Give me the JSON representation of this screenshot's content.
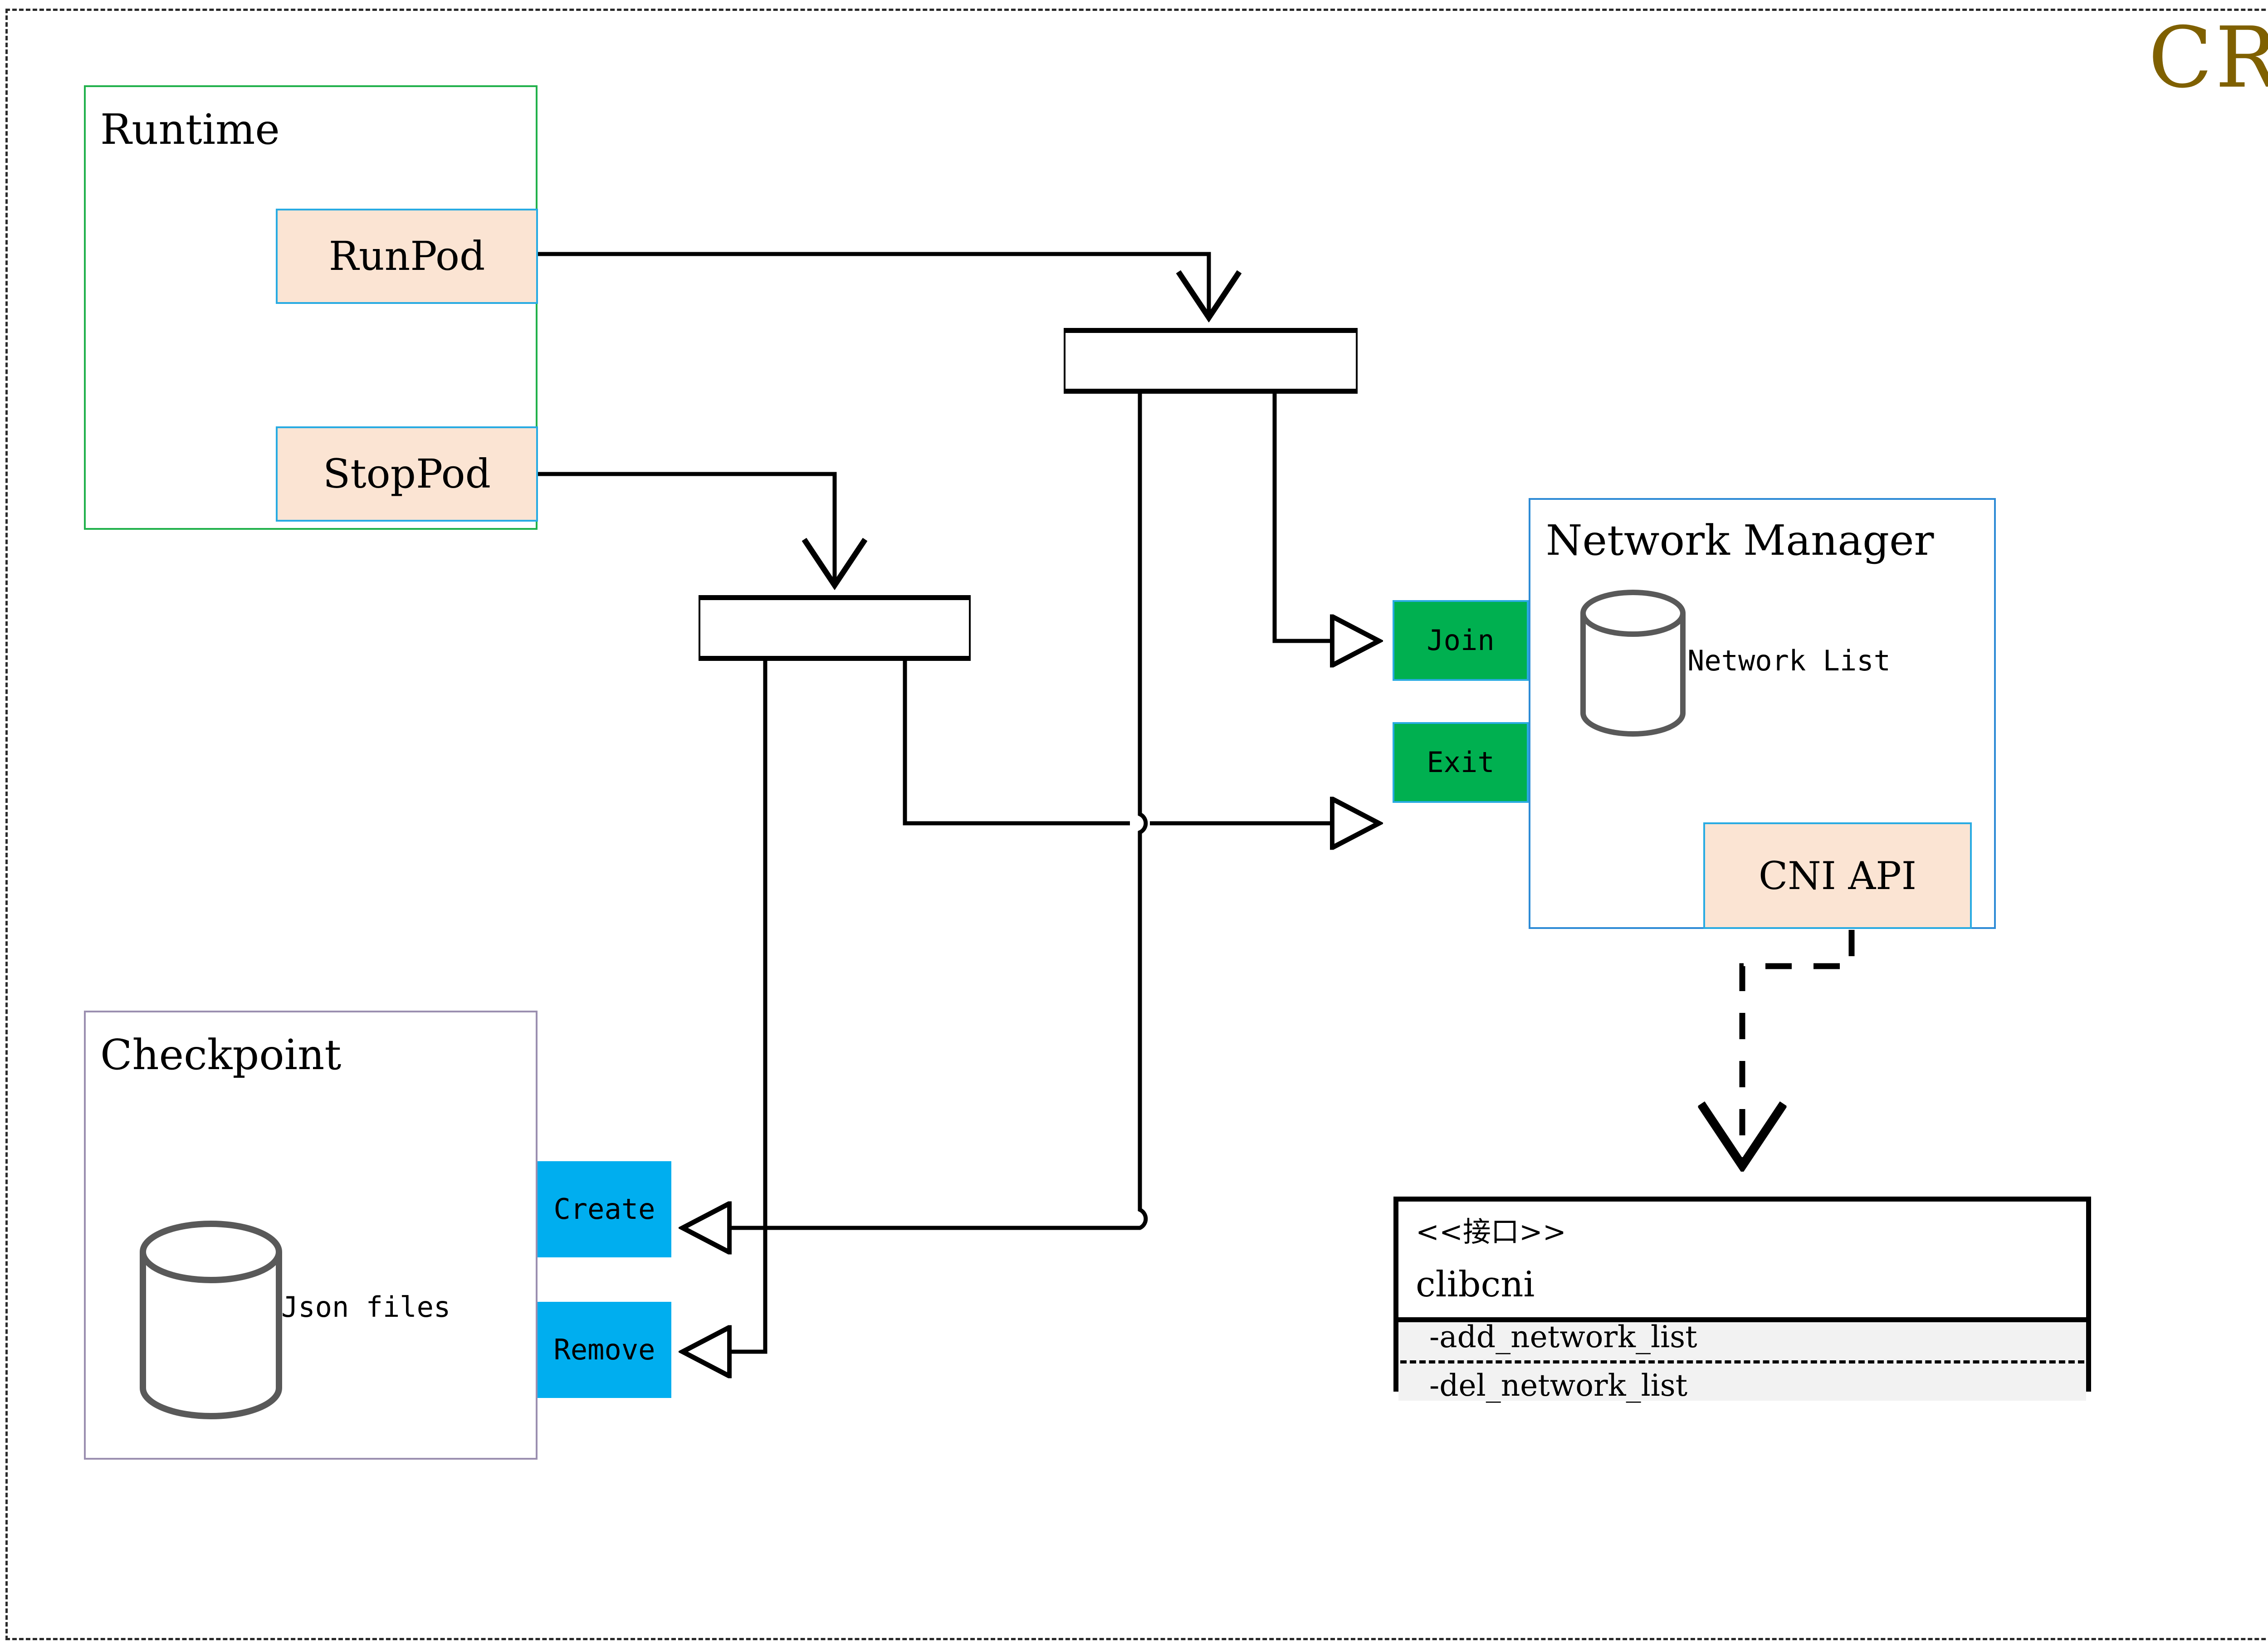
{
  "title": "CRI",
  "colors": {
    "title": "#7f6000",
    "runtime_border": "#22b14c",
    "checkpoint_border": "#9b8fb0",
    "netmgr_border": "#2e8bd6",
    "peach_fill": "#fbe4d3",
    "peach_border": "#29abe2",
    "green_fill": "#00b050",
    "cyan_fill": "#00aeef",
    "iface_ops_fill": "#f2f2f2",
    "wire": "#000000",
    "cylinder_stroke": "#595959"
  },
  "packages": {
    "runtime": {
      "label": "Runtime",
      "operations": [
        {
          "label": "RunPod",
          "style": "peach"
        },
        {
          "label": "StopPod",
          "style": "peach"
        }
      ]
    },
    "checkpoint": {
      "label": "Checkpoint",
      "datastore": {
        "label": "Json files",
        "icon": "cylinder-icon"
      },
      "operations": [
        {
          "label": "Create",
          "style": "cyan"
        },
        {
          "label": "Remove",
          "style": "cyan"
        }
      ]
    },
    "network_manager": {
      "label": "Network Manager",
      "datastore": {
        "label": "Network List",
        "icon": "cylinder-icon"
      },
      "operations": [
        {
          "label": "Join",
          "style": "green"
        },
        {
          "label": "Exit",
          "style": "green"
        }
      ],
      "api": {
        "label": "CNI API",
        "style": "peach"
      }
    }
  },
  "interface": {
    "stereotype": "<<接口>>",
    "name": "clibcni",
    "operations": [
      "-add_network_list",
      "-del_network_list"
    ]
  },
  "fork_nodes": [
    {
      "name": "runpod-fork"
    },
    {
      "name": "stoppod-fork"
    }
  ]
}
